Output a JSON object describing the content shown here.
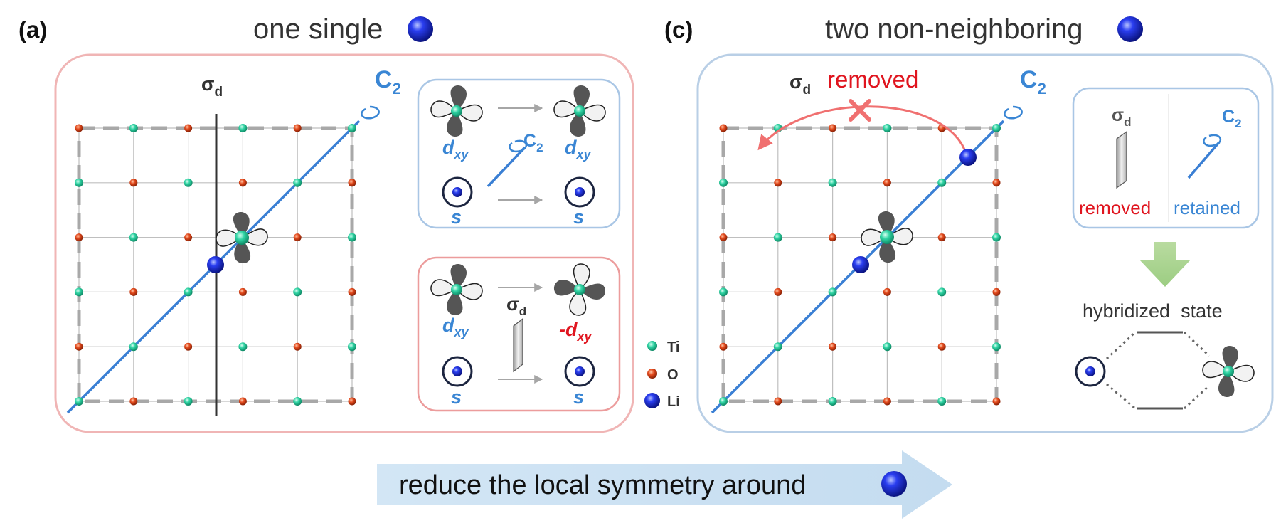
{
  "panel_a": {
    "label": "(a)",
    "title": "one single",
    "sigma_symbol": "σ",
    "sigma_sub": "d",
    "c2_main": "C",
    "c2_sub": "2",
    "c2_box": {
      "orbital_left": "d",
      "orbital_left_sub": "xy",
      "c2_main": "C",
      "c2_sub": "2",
      "orbital_right": "d",
      "orbital_right_sub": "xy",
      "s_left": "s",
      "s_right": "s"
    },
    "sigma_box": {
      "orbital_left": "d",
      "orbital_left_sub": "xy",
      "sigma_symbol": "σ",
      "sigma_sub": "d",
      "orbital_right": "-d",
      "orbital_right_sub": "xy",
      "s_left": "s",
      "s_right": "s"
    }
  },
  "legend": {
    "items": [
      {
        "label": "Ti",
        "color": "#2fd3a3"
      },
      {
        "label": "O",
        "color": "#e3491c"
      },
      {
        "label": "Li",
        "color": "#1f2fd6"
      }
    ]
  },
  "panel_c": {
    "label": "(c)",
    "title": "two non-neighboring",
    "sigma_symbol": "σ",
    "sigma_sub": "d",
    "removed_label": "removed",
    "c2_main": "C",
    "c2_sub": "2",
    "symmetry_box": {
      "sigma_symbol": "σ",
      "sigma_sub": "d",
      "c2_main": "C",
      "c2_sub": "2",
      "removed": "removed",
      "retained": "retained"
    },
    "hybridized_label": "hybridized  state"
  },
  "bottom_arrow": {
    "text": "reduce the local symmetry around"
  },
  "colors": {
    "pink_frame": "#f0b5b5",
    "blue_frame": "#b9cfe6",
    "blue_text": "#3a86d4",
    "red_text": "#e0151f",
    "ti": "#2fd3a3",
    "o": "#e3491c",
    "li": "#1f2fd6"
  }
}
